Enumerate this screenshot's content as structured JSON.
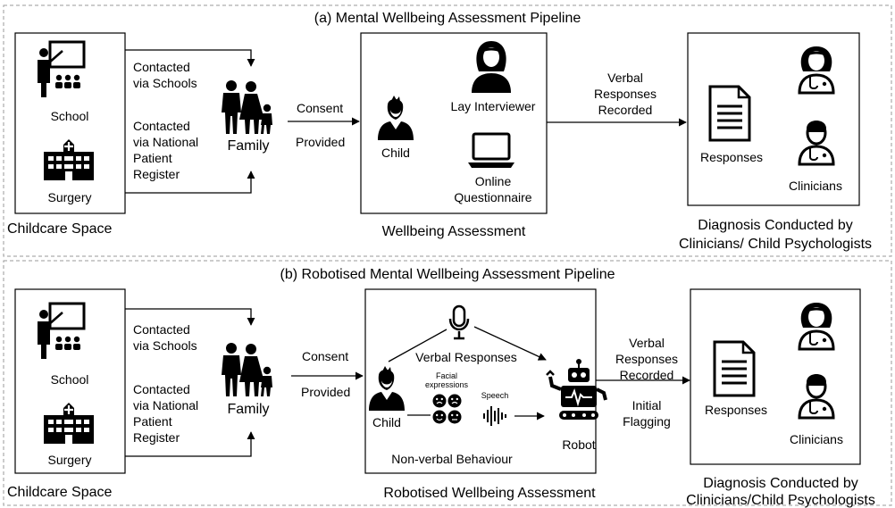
{
  "panel_a": {
    "title": "(a) Mental Wellbeing Assessment Pipeline",
    "childcare": {
      "school": "School",
      "surgery": "Surgery",
      "caption": "Childcare Space"
    },
    "contact": {
      "schools_1": "Contacted",
      "schools_2": "via Schools",
      "register_1": "Contacted",
      "register_2": "via National",
      "register_3": "Patient",
      "register_4": "Register"
    },
    "family": "Family",
    "consent": "Consent",
    "provided": "Provided",
    "assessment": {
      "child": "Child",
      "lay_interviewer": "Lay Interviewer",
      "online_1": "Online",
      "online_2": "Questionnaire",
      "caption": "Wellbeing Assessment"
    },
    "verbal": {
      "line1": "Verbal",
      "line2": "Responses",
      "line3": "Recorded"
    },
    "diagnosis": {
      "responses": "Responses",
      "clinicians": "Clinicians",
      "caption1": "Diagnosis Conducted by",
      "caption2": "Clinicians/ Child Psychologists"
    }
  },
  "panel_b": {
    "title": "(b) Robotised Mental Wellbeing Assessment Pipeline",
    "childcare": {
      "school": "School",
      "surgery": "Surgery",
      "caption": "Childcare Space"
    },
    "contact": {
      "schools_1": "Contacted",
      "schools_2": "via Schools",
      "register_1": "Contacted",
      "register_2": "via National",
      "register_3": "Patient",
      "register_4": "Register"
    },
    "family": "Family",
    "consent": "Consent",
    "provided": "Provided",
    "assessment": {
      "child": "Child",
      "verbal_responses": "Verbal Responses",
      "facial_1": "Facial",
      "facial_2": "expressions",
      "speech": "Speech",
      "robot": "Robot",
      "nonverbal": "Non-verbal Behaviour",
      "caption": "Robotised Wellbeing Assessment"
    },
    "verbal": {
      "line1": "Verbal",
      "line2": "Responses",
      "line3": "Recorded"
    },
    "initial": {
      "line1": "Initial",
      "line2": "Flagging"
    },
    "diagnosis": {
      "responses": "Responses",
      "clinicians": "Clinicians",
      "caption1": "Diagnosis Conducted by",
      "caption2": "Clinicians/Child Psychologists"
    }
  },
  "icons": [
    "teacher-icon",
    "hospital-icon",
    "family-icon",
    "child-icon",
    "interviewer-icon",
    "laptop-icon",
    "document-icon",
    "clinician-female-icon",
    "clinician-male-icon",
    "microphone-icon",
    "emoji-faces-icon",
    "soundwave-icon",
    "robot-icon"
  ]
}
